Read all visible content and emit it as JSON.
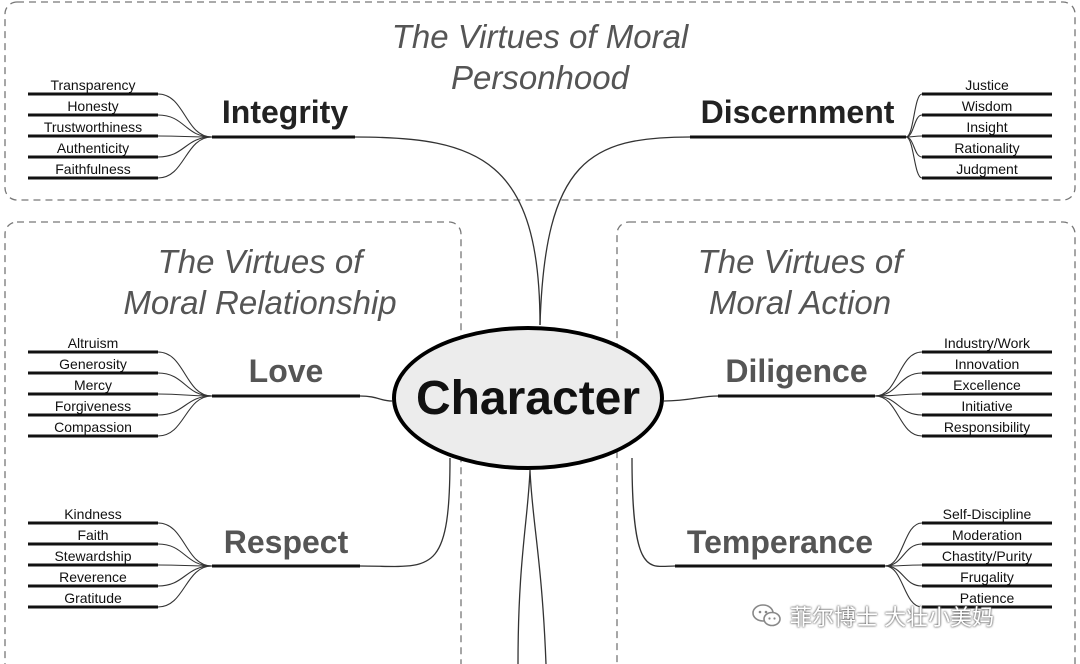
{
  "diagram": {
    "center": "Character",
    "groups": [
      {
        "id": "personhood",
        "title_lines": [
          "The Virtues of Moral",
          "Personhood"
        ]
      },
      {
        "id": "relationship",
        "title_lines": [
          "The Virtues of",
          "Moral Relationship"
        ]
      },
      {
        "id": "action",
        "title_lines": [
          "The Virtues of",
          "Moral Action"
        ]
      }
    ],
    "virtues": [
      {
        "id": "integrity",
        "name": "Integrity",
        "side": "left",
        "color": "#222222",
        "items": [
          "Transparency",
          "Honesty",
          "Trustworthiness",
          "Authenticity",
          "Faithfulness"
        ]
      },
      {
        "id": "discernment",
        "name": "Discernment",
        "side": "right",
        "color": "#222222",
        "items": [
          "Justice",
          "Wisdom",
          "Insight",
          "Rationality",
          "Judgment"
        ]
      },
      {
        "id": "love",
        "name": "Love",
        "side": "left",
        "color": "#555555",
        "items": [
          "Altruism",
          "Generosity",
          "Mercy",
          "Forgiveness",
          "Compassion"
        ]
      },
      {
        "id": "diligence",
        "name": "Diligence",
        "side": "right",
        "color": "#555555",
        "items": [
          "Industry/Work",
          "Innovation",
          "Excellence",
          "Initiative",
          "Responsibility"
        ]
      },
      {
        "id": "respect",
        "name": "Respect",
        "side": "left",
        "color": "#555555",
        "items": [
          "Kindness",
          "Faith",
          "Stewardship",
          "Reverence",
          "Gratitude"
        ]
      },
      {
        "id": "temperance",
        "name": "Temperance",
        "side": "right",
        "color": "#555555",
        "items": [
          "Self-Discipline",
          "Moderation",
          "Chastity/Purity",
          "Frugality",
          "Patience"
        ]
      }
    ]
  },
  "watermark": {
    "text": "菲尔博士 大壮小美妈",
    "icon": "wechat-icon"
  }
}
